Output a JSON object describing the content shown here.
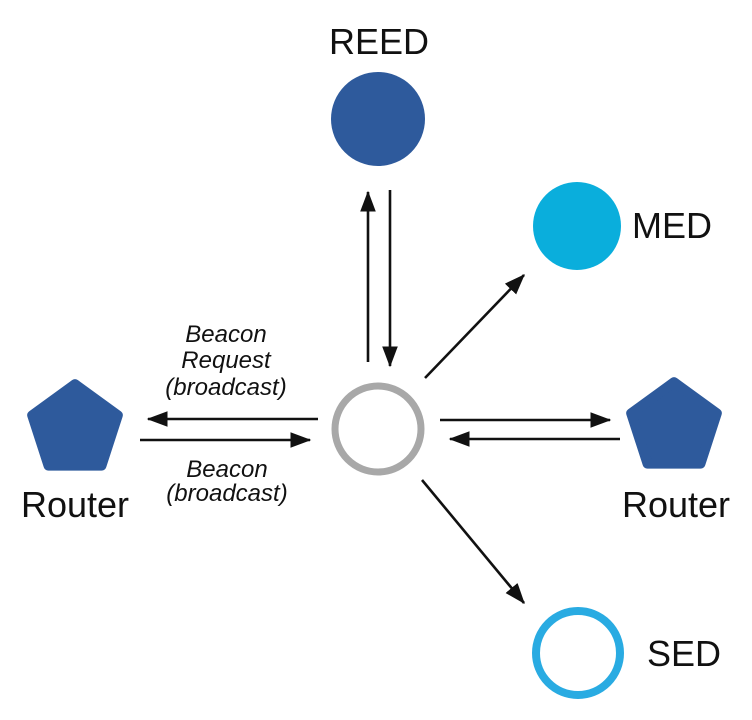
{
  "diagram": {
    "type": "network-topology",
    "colors": {
      "primary_blue": "#2E5A9C",
      "cyan_fill": "#0AAEDC",
      "cyan_outline": "#29ABE2",
      "gray_outline": "#A8A8A8",
      "line_color": "#111111"
    },
    "nodes": {
      "reed": {
        "label": "REED",
        "shape": "filled-circle"
      },
      "med": {
        "label": "MED",
        "shape": "filled-circle"
      },
      "router_left": {
        "label": "Router",
        "shape": "pentagon"
      },
      "router_right": {
        "label": "Router",
        "shape": "pentagon"
      },
      "sed": {
        "label": "SED",
        "shape": "outline-circle"
      },
      "center": {
        "label": "",
        "shape": "outline-circle"
      }
    },
    "edge_labels": {
      "beacon_request_lines": [
        "Beacon",
        "Request",
        "(broadcast)"
      ],
      "beacon_lines": [
        "Beacon",
        "(broadcast)"
      ]
    }
  }
}
